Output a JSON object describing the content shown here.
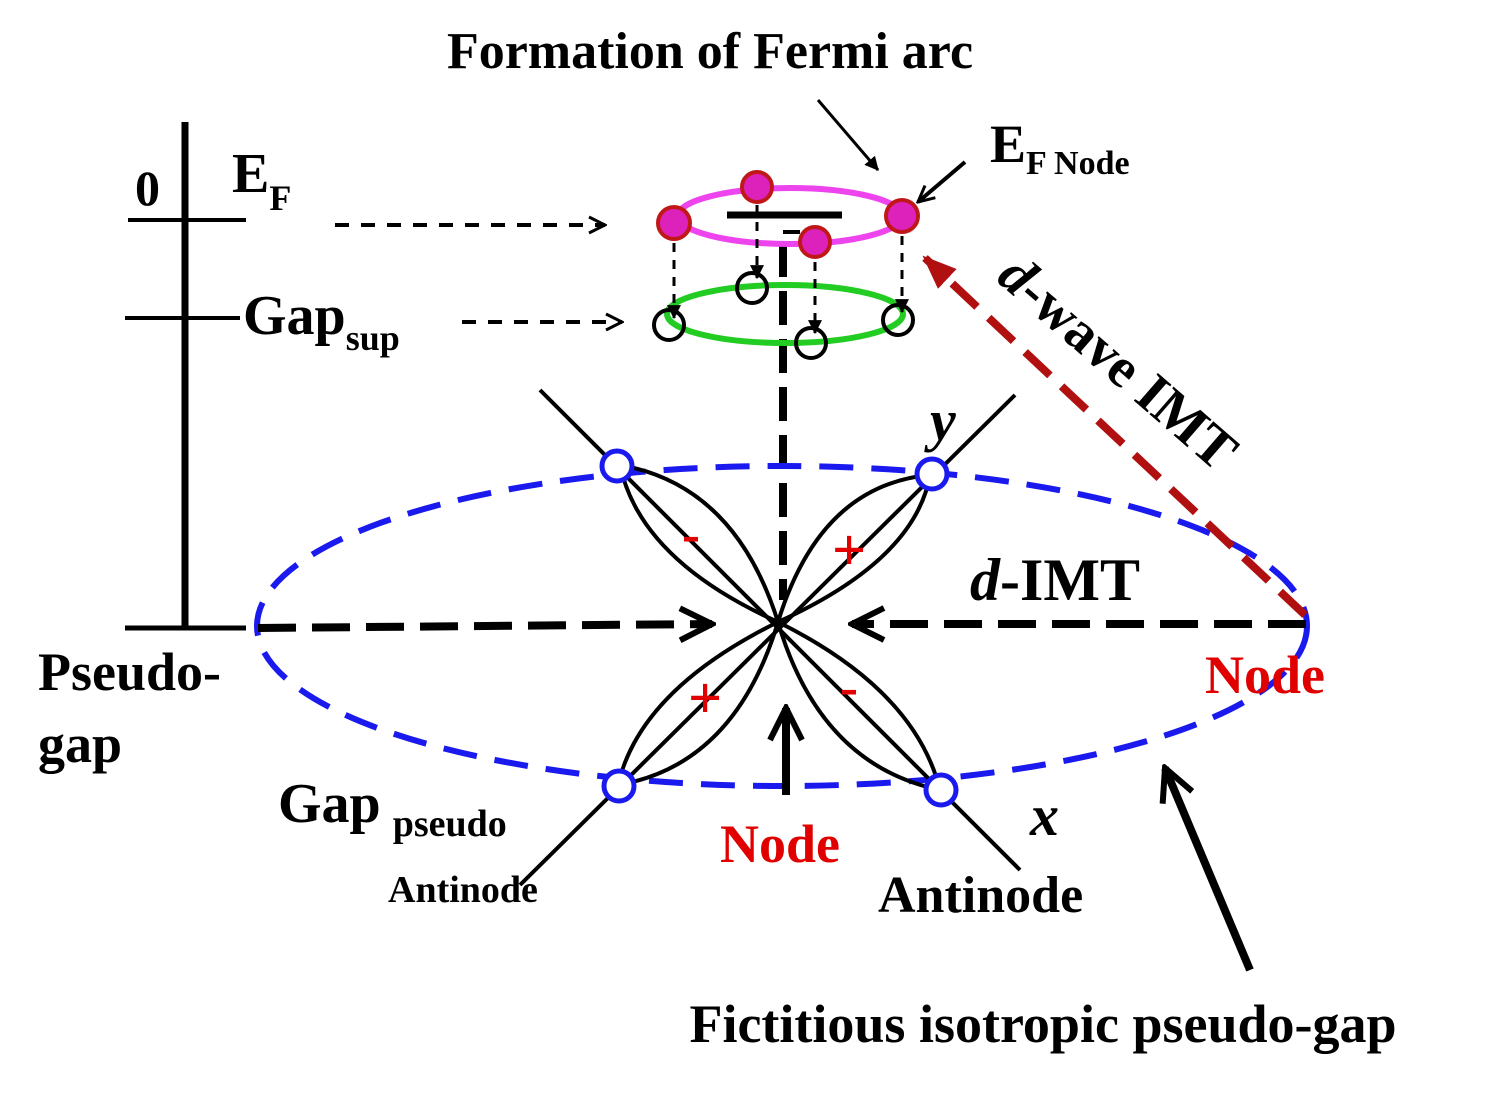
{
  "title": "Formation of Fermi arc",
  "labels": {
    "zero": "0",
    "ef": "E",
    "ef_sub": "F",
    "ef_node": "E",
    "ef_node_sub": "F Node",
    "gap_sup": "Gap",
    "gap_sup_sub": "sup",
    "pseudo_gap_1": "Pseudo-",
    "pseudo_gap_2": "gap",
    "gap_pseudo": "Gap",
    "gap_pseudo_sub": "pseudo",
    "antinode_left": "Antinode",
    "antinode_right": "Antinode",
    "node_bottom": "Node",
    "node_right": "Node",
    "axis_y": "y",
    "axis_x": "x",
    "d_imt_italic": "d",
    "d_imt_rest": "-IMT",
    "d_wave_italic": "d",
    "d_wave_rest": "-wave IMT",
    "fictitious": "Fictitious isotropic pseudo-gap",
    "sign_plus_1": "+",
    "sign_plus_2": "+",
    "sign_minus_1": "-",
    "sign_minus_2": "-"
  },
  "colors": {
    "fermi_arc_ring": "#ee44ee",
    "sup_ring": "#22cc22",
    "pseudo_ellipse": "#1a1aee",
    "d_wave_arrow": "#b01010",
    "node_text": "#e00000",
    "electron_fill": "#dd22bb",
    "electron_edge": "#c01818"
  }
}
